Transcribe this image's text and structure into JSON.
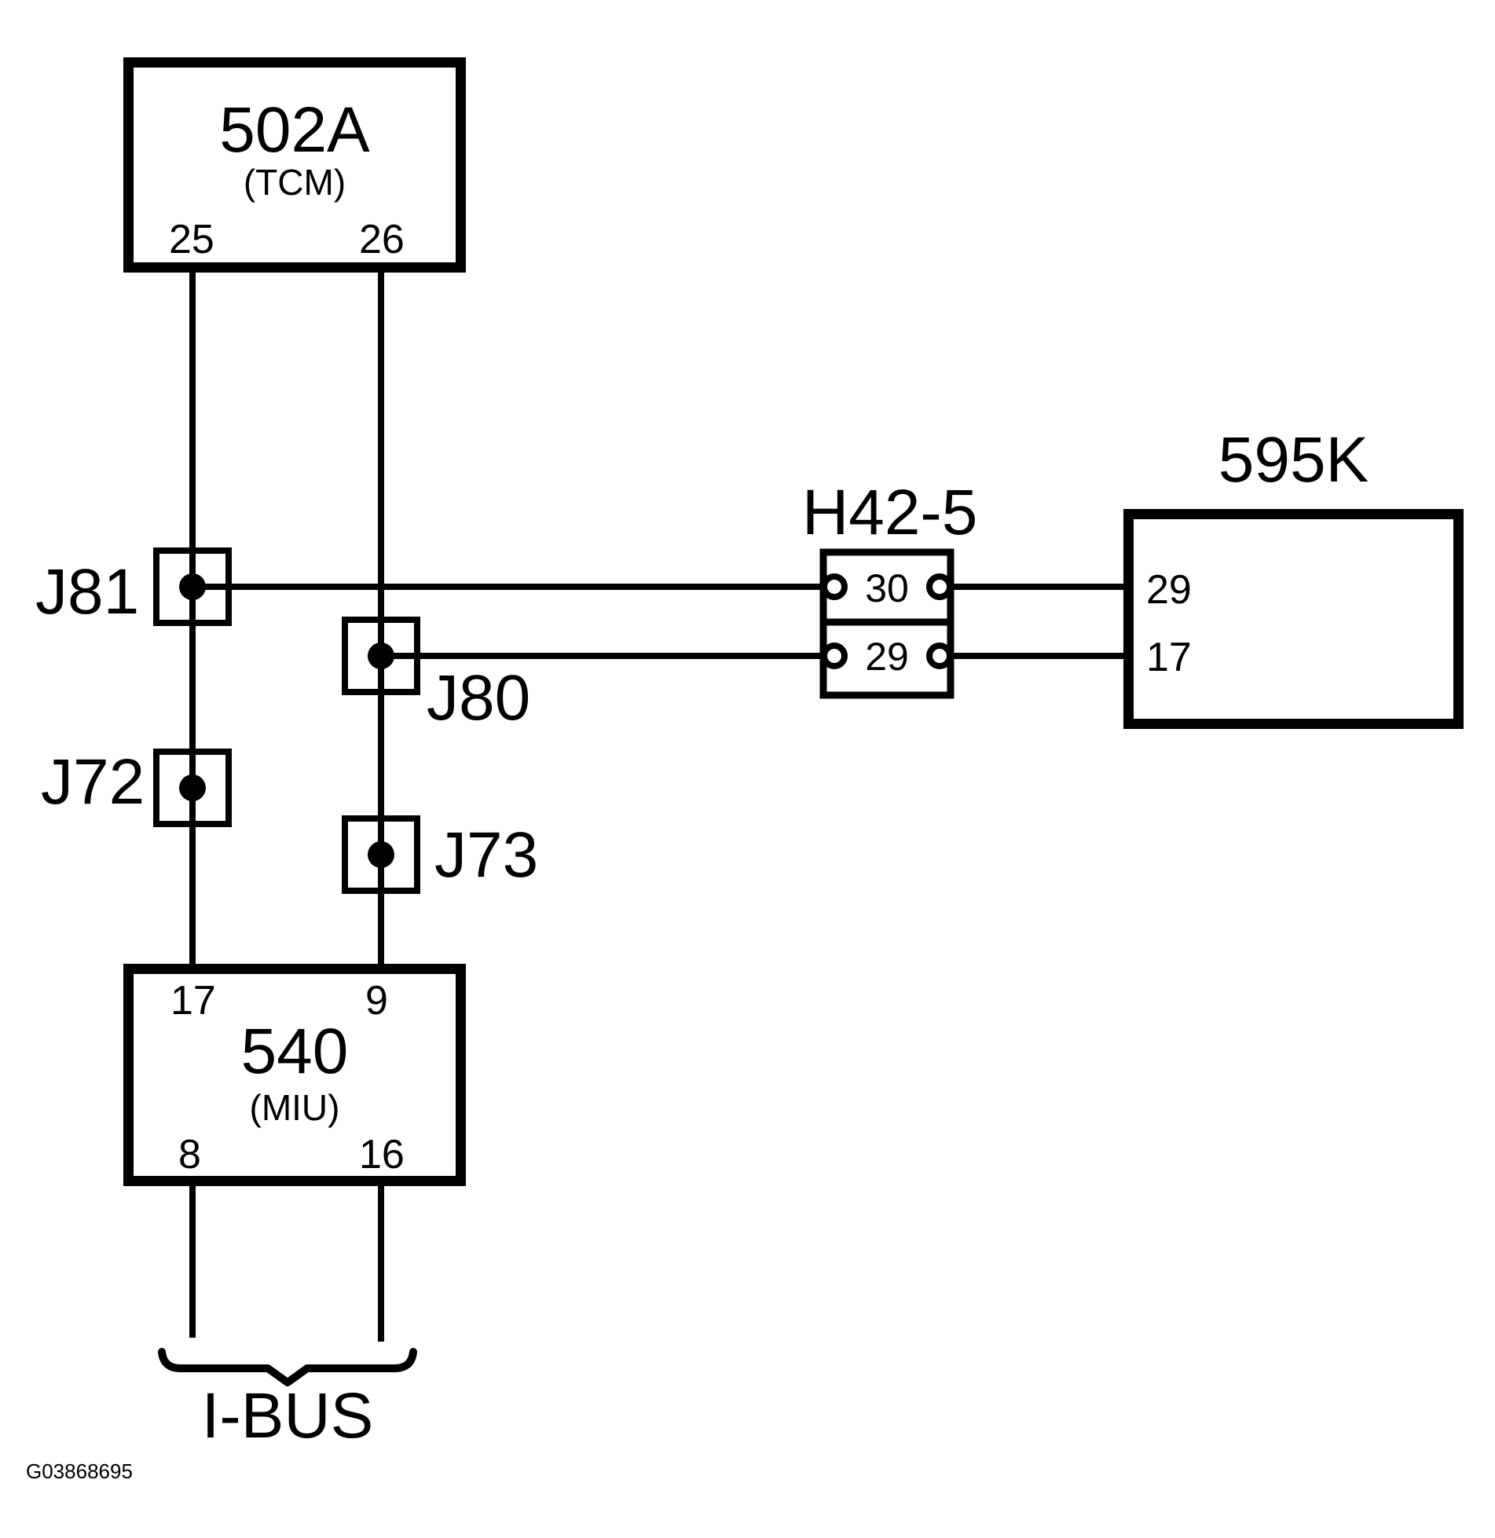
{
  "colors": {
    "ink": "#000000",
    "paper": "#ffffff"
  },
  "diagram": {
    "figure_id": "G03868695",
    "bus_label": "I-BUS",
    "boxes": {
      "tcm": {
        "id": "502A",
        "name": "(TCM)",
        "pin_25": "25",
        "pin_26": "26"
      },
      "miu": {
        "id": "540",
        "name": "(MIU)",
        "pin_17": "17",
        "pin_9": "9",
        "pin_8": "8",
        "pin_16": "16"
      },
      "module_595k": {
        "id": "595K",
        "pin_29": "29",
        "pin_17": "17"
      }
    },
    "connector": {
      "id": "H42-5",
      "pin_30": "30",
      "pin_29": "29"
    },
    "junctions": {
      "j81": "J81",
      "j72": "J72",
      "j80": "J80",
      "j73": "J73"
    }
  }
}
